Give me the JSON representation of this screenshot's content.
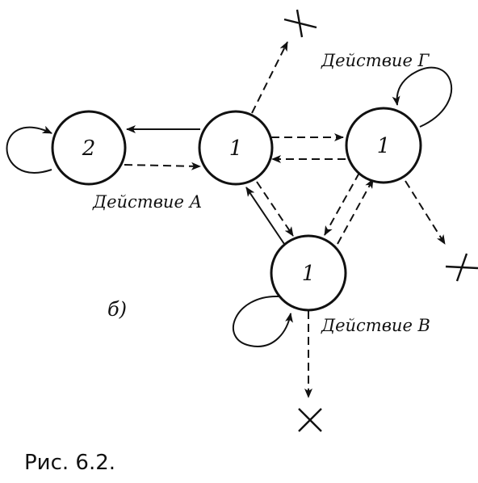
{
  "nodes": {
    "two": "2",
    "one_center": "1",
    "one_right": "1",
    "one_bottom": "1"
  },
  "actions": {
    "a": "Действие А",
    "g": "Действие Г",
    "v": "Действие В"
  },
  "part_label": "б)",
  "caption": "Рис. 6.2.",
  "colors": {
    "ink": "#111111",
    "background": "#ffffff"
  }
}
